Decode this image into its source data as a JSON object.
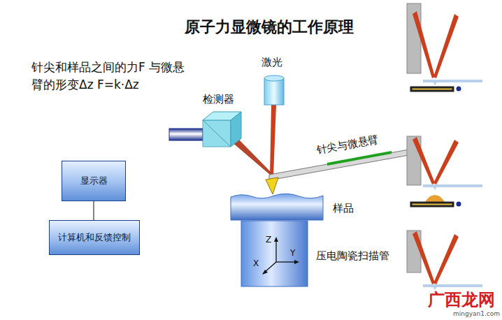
{
  "diagram": {
    "title": "原子力显微镜的工作原理",
    "nodes": [
      {
        "text": [
          "显示器"
        ]
      },
      {
        "text": [
          "计算机和反馈控制"
        ]
      }
    ],
    "edges": [
      {
        "from": 0,
        "to": 1,
        "arrow": "none"
      }
    ],
    "labels": [
      "针尖和样品之间的力F 与微悬臂的形变Δz F=k·Δz",
      "激光",
      "检测器",
      "针尖与微悬臂",
      "样品",
      "压电陶瓷扫描管",
      "Z",
      "X",
      "Y",
      "广西龙网",
      "mingyan1.com"
    ]
  }
}
